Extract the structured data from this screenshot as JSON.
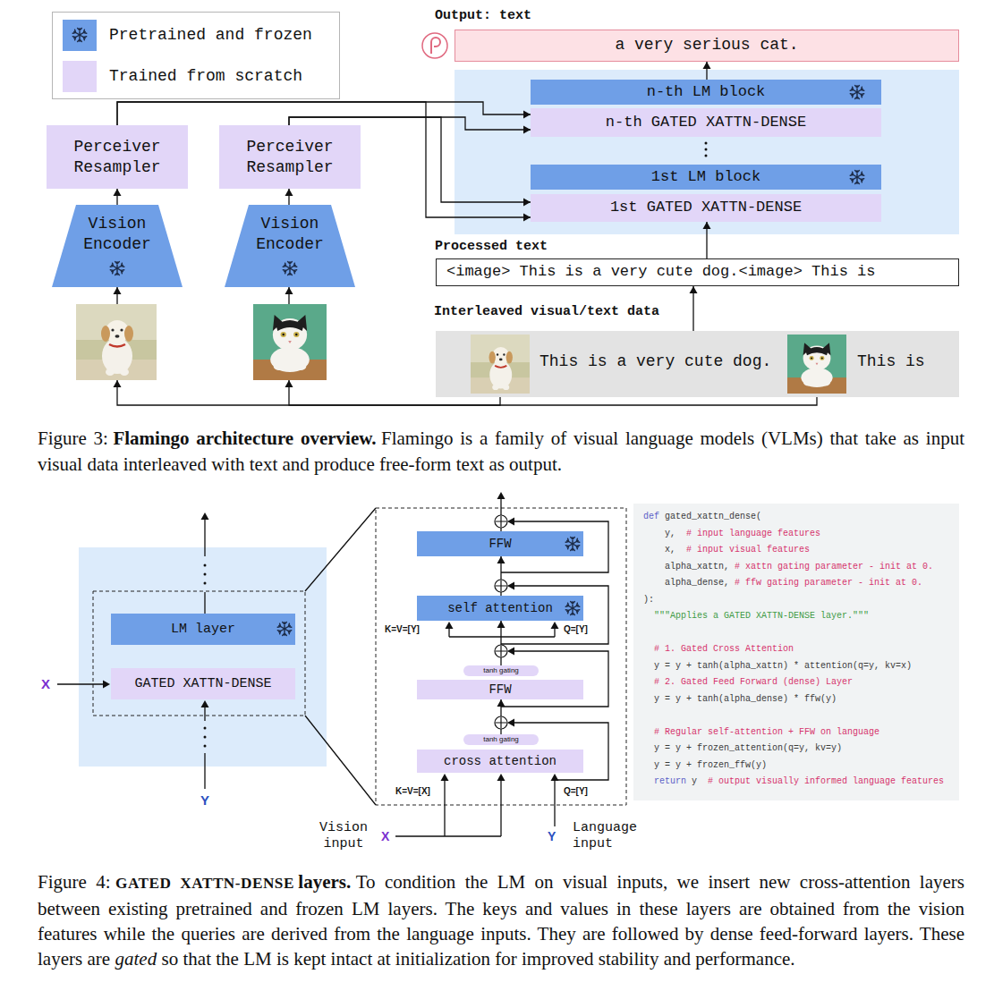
{
  "diagram": {
    "nodes": [
      {
        "text": [
          "Output: text",
          "a very serious cat."
        ]
      },
      {
        "text": [
          "n-th LM block"
        ]
      },
      {
        "text": [
          "n-th GATED XATTN-DENSE"
        ]
      },
      {
        "text": [
          "1st LM block"
        ]
      },
      {
        "text": [
          "1st GATED XATTN-DENSE"
        ]
      },
      {
        "text": [
          "Perceiver Resampler"
        ]
      },
      {
        "text": [
          "Perceiver Resampler"
        ]
      },
      {
        "text": [
          "Vision Encoder"
        ]
      },
      {
        "text": [
          "Vision Encoder"
        ]
      },
      {
        "text": [
          "Processed text",
          "<image> This is a very cute dog.<image> This is"
        ]
      },
      {
        "text": [
          "Interleaved visual/text data",
          "This is a very cute dog.",
          "This is"
        ]
      },
      {
        "text": [
          "LM layer"
        ]
      },
      {
        "text": [
          "GATED XATTN-DENSE"
        ]
      },
      {
        "text": [
          "FFW"
        ]
      },
      {
        "text": [
          "self attention"
        ]
      },
      {
        "text": [
          "tanh gating"
        ]
      },
      {
        "text": [
          "FFW"
        ]
      },
      {
        "text": [
          "tanh gating"
        ]
      },
      {
        "text": [
          "cross attention"
        ]
      },
      {
        "text": [
          "def",
          "gated_xattn_dense(",
          "y,",
          "# input language features",
          "x,",
          "# input visual features",
          "alpha_xattn,",
          "# xattn gating parameter - init at 0.",
          "alpha_dense,",
          "# ffw gating parameter - init at 0.",
          "):",
          "\"\"\"Applies a GATED XATTN-DENSE layer.\"\"\"",
          "# 1. Gated Cross Attention",
          "y = y + tanh(alpha_xattn) * attention(q=y, kv=x)",
          "# 2. Gated Feed Forward (dense) Layer",
          "y = y + tanh(alpha_dense) * ffw(y)",
          "# Regular self-attention + FFW on language",
          "y = y + frozen_attention(q=y, kv=y)",
          "y = y + frozen_ffw(y)",
          "return",
          "y",
          "# output visually informed language features"
        ]
      }
    ],
    "edges": [
      {
        "from": 9,
        "to": 4,
        "arrow": "to"
      },
      {
        "from": 1,
        "to": 0,
        "arrow": "to"
      },
      {
        "from": 10,
        "to": 9,
        "arrow": "to"
      },
      {
        "from": 10,
        "to": 7,
        "arrow": "to"
      },
      {
        "from": 10,
        "to": 8,
        "arrow": "to"
      },
      {
        "from": 7,
        "to": 5,
        "arrow": "to"
      },
      {
        "from": 8,
        "to": 6,
        "arrow": "to"
      },
      {
        "from": 5,
        "to": 2,
        "arrow": "to"
      },
      {
        "from": 5,
        "to": 4,
        "arrow": "to"
      },
      {
        "from": 6,
        "to": 2,
        "arrow": "to"
      },
      {
        "from": 6,
        "to": 4,
        "arrow": "to"
      },
      {
        "from": 17,
        "to": 16,
        "arrow": "to"
      },
      {
        "from": 15,
        "to": 14,
        "arrow": "to"
      },
      {
        "from": 14,
        "to": 13,
        "arrow": "to"
      }
    ],
    "labels": [
      "X",
      "Y",
      "K=V=[Y]",
      "Q=[Y]",
      "K=V=[X]",
      "Q=[Y]",
      "Vision input",
      "X",
      "Y",
      "Language input",
      "Figure 3:",
      "Flamingo architecture overview.",
      "Flamingo is a family of visual language models (VLMs) that take as input visual data interleaved with text and produce free-form text as output.",
      "Figure 4:",
      "GATED XATTN-DENSE",
      "layers.",
      "To condition the LM on visual inputs, we insert new cross-attention layers between existing pretrained and frozen LM layers. The keys and values in these layers are obtained from the vision features while the queries are derived from the language inputs. They are followed by dense feed-forward layers. These layers are",
      "gated",
      "so that the LM is kept intact at initialization for improved stability and performance."
    ],
    "legend": [
      {
        "text": "Pretrained and frozen",
        "color": "#6f9fe7"
      },
      {
        "text": "Trained from scratch",
        "color": "#e2d6f8"
      }
    ]
  }
}
